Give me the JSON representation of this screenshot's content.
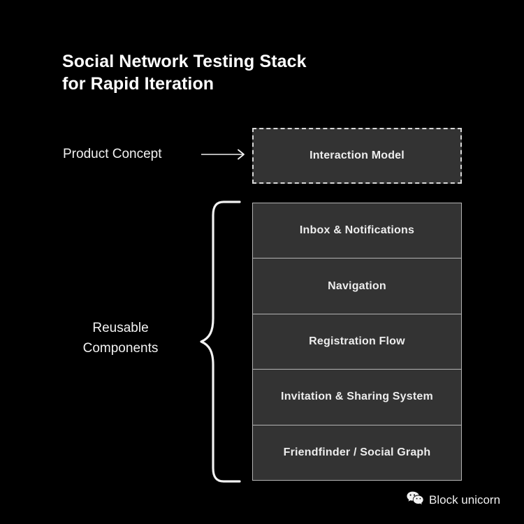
{
  "theme": {
    "background": "#000000",
    "box_fill": "#333333",
    "box_stroke": "#b4b4b4",
    "dashed_stroke": "#d8d8d8",
    "text_primary": "#ffffff",
    "text_box": "#ededed"
  },
  "title": {
    "line1": "Social Network Testing Stack",
    "line2": "for Rapid Iteration"
  },
  "diagram": {
    "concept": {
      "label": "Product Concept",
      "arrow_icon": "arrow-right-icon",
      "box": {
        "label": "Interaction Model",
        "style": "dashed"
      }
    },
    "components": {
      "label_line1": "Reusable",
      "label_line2": "Components",
      "brace_icon": "curly-brace-icon",
      "items": [
        {
          "label": "Inbox & Notifications"
        },
        {
          "label": "Navigation"
        },
        {
          "label": "Registration Flow"
        },
        {
          "label": "Invitation & Sharing System"
        },
        {
          "label": "Friendfinder / Social Graph"
        }
      ]
    }
  },
  "watermark": {
    "icon": "wechat-icon",
    "text": "Block unicorn"
  }
}
